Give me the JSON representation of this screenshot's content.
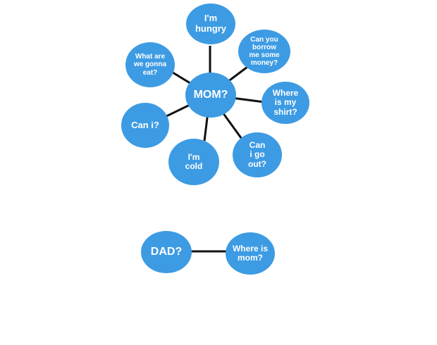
{
  "diagram": {
    "mom_map": {
      "center": "MOM?",
      "branches": [
        "I'm\nhungry",
        "Can you\nborrow\nme some\nmoney?",
        "Where\nis  my\nshirt?",
        "Can\ni go\nout?",
        "I'm\ncold",
        "Can i?",
        "What are\nwe gonna\neat?"
      ]
    },
    "dad_map": {
      "center": "DAD?",
      "branch": "Where is\nmom?"
    }
  },
  "colors": {
    "node": "#3d9be3",
    "line": "#111111",
    "text": "#ffffff"
  }
}
